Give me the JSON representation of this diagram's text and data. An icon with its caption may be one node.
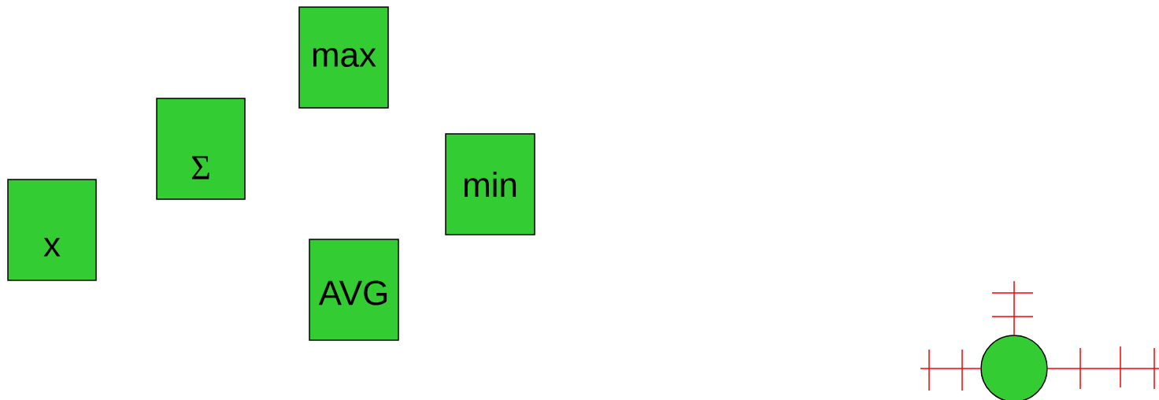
{
  "diagram": {
    "nodes": [
      {
        "text": [
          "x"
        ]
      },
      {
        "text": [
          "Σ"
        ]
      },
      {
        "text": [
          "max"
        ]
      },
      {
        "text": [
          "min"
        ]
      },
      {
        "text": [
          "AVG"
        ]
      },
      {
        "text": [],
        "shape": "circle"
      }
    ],
    "edges": [
      {
        "from": 5,
        "to": null,
        "arrow": "none",
        "color": "#ff0000"
      },
      {
        "from": 5,
        "to": null,
        "arrow": "none",
        "color": "#ff0000"
      },
      {
        "from": 5,
        "to": null,
        "arrow": "none",
        "color": "#ff0000"
      }
    ]
  }
}
